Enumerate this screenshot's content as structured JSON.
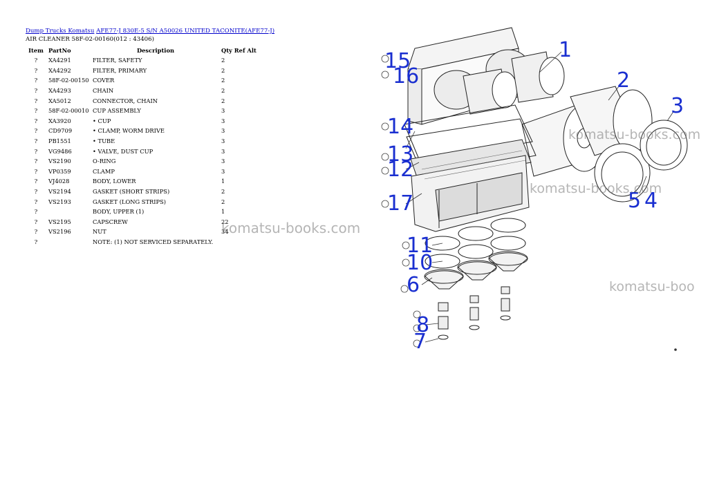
{
  "breadcrumb": {
    "link1": "Dump Trucks Komatsu",
    "link2": "AFE77-J 830E-5 S/N A50026 UNITED TACONITE(AFE77-J)"
  },
  "doc_title": "AIR CLEANER 58F-02-00160(012 : 43406)",
  "table": {
    "headers": [
      "Item",
      "PartNo",
      "Description",
      "Qty Ref Alt"
    ],
    "rows": [
      [
        "?",
        "XA4291",
        "FILTER, SAFETY",
        "2"
      ],
      [
        "?",
        "XA4292",
        "FILTER, PRIMARY",
        "2"
      ],
      [
        "?",
        "58F-02-00150",
        "COVER",
        "2"
      ],
      [
        "?",
        "XA4293",
        "CHAIN",
        "2"
      ],
      [
        "?",
        "XA5012",
        "CONNECTOR, CHAIN",
        "2"
      ],
      [
        "?",
        "58F-02-00010",
        "CUP ASSEMBLY",
        "3"
      ],
      [
        "?",
        "XA3920",
        "• CUP",
        "3"
      ],
      [
        "?",
        "CD9709",
        "• CLAMP, WORM DRIVE",
        "3"
      ],
      [
        "?",
        "PB1551",
        "• TUBE",
        "3"
      ],
      [
        "?",
        "VG9486",
        "• VALVE, DUST CUP",
        "3"
      ],
      [
        "?",
        "VS2190",
        "O-RING",
        "3"
      ],
      [
        "?",
        "VP0359",
        "CLAMP",
        "3"
      ],
      [
        "?",
        "VJ4028",
        "BODY, LOWER",
        "1"
      ],
      [
        "?",
        "VS2194",
        "GASKET (SHORT STRIPS)",
        "2"
      ],
      [
        "?",
        "VS2193",
        "GASKET (LONG STRIPS)",
        "2"
      ],
      [
        "?",
        "",
        "BODY, UPPER (1)",
        "1"
      ],
      [
        "?",
        "VS2195",
        "CAPSCREW",
        "22"
      ],
      [
        "?",
        "VS2196",
        "NUT",
        "34"
      ],
      [
        "?",
        "",
        "NOTE: (1) NOT SERVICED SEPARATELY.",
        ""
      ]
    ]
  },
  "watermark": "komatsu-books.com",
  "watermark_partial": "komatsu-boo",
  "callouts": [
    "15",
    "16",
    "1",
    "2",
    "3",
    "14",
    "13",
    "12",
    "17",
    "5",
    "4",
    "11",
    "10",
    "6",
    "8",
    "7"
  ],
  "colors": {
    "link": "#0000cc",
    "callout": "#1a2fd0",
    "watermark": "#787878"
  }
}
